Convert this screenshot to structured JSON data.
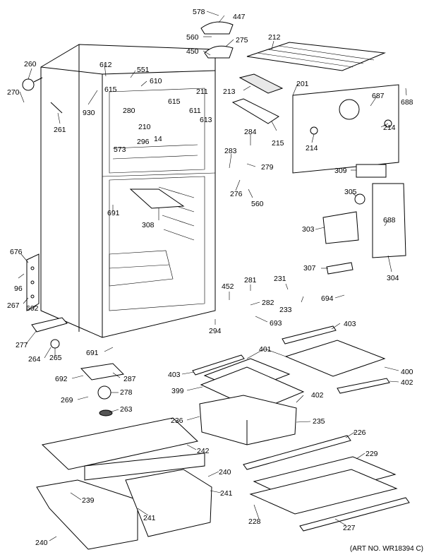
{
  "art_number": "(ART NO. WR18394 C)",
  "callouts": [
    "578",
    "447",
    "560",
    "275",
    "450",
    "212",
    "260",
    "612",
    "551",
    "610",
    "270",
    "615",
    "615",
    "211",
    "201",
    "687",
    "688",
    "213",
    "930",
    "280",
    "611",
    "613",
    "261",
    "210",
    "296",
    "14",
    "573",
    "284",
    "215",
    "214",
    "214",
    "283",
    "279",
    "309",
    "276",
    "560",
    "305",
    "691",
    "308",
    "688",
    "303",
    "676",
    "96",
    "307",
    "304",
    "281",
    "231",
    "452",
    "694",
    "267",
    "602",
    "282",
    "693",
    "233",
    "403",
    "294",
    "277",
    "691",
    "264",
    "265",
    "401",
    "403",
    "400",
    "692",
    "287",
    "399",
    "402",
    "402",
    "269",
    "278",
    "263",
    "236",
    "235",
    "226",
    "242",
    "229",
    "240",
    "239",
    "241",
    "241",
    "228",
    "227",
    "240"
  ]
}
